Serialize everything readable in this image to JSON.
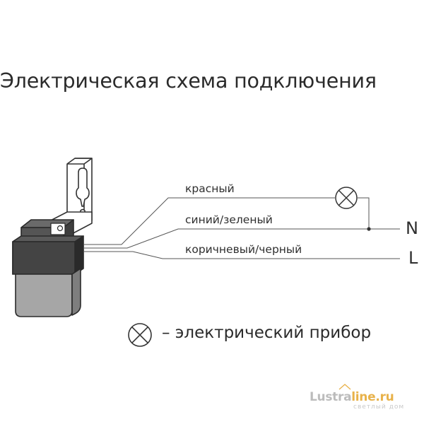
{
  "title": "Электрическая схема подключения",
  "wires": {
    "red": "красный",
    "blue_green": "синий/зеленый",
    "brown_black": "коричневый/черный"
  },
  "terminals": {
    "neutral": "N",
    "line": "L"
  },
  "legend": {
    "symbol": "lamp-symbol-icon",
    "text": "– электрический прибор"
  },
  "watermark": {
    "main": "Lustra",
    "accent": "line.ru",
    "sub": "светлый дом",
    "accent_color": "#e8b24a"
  }
}
